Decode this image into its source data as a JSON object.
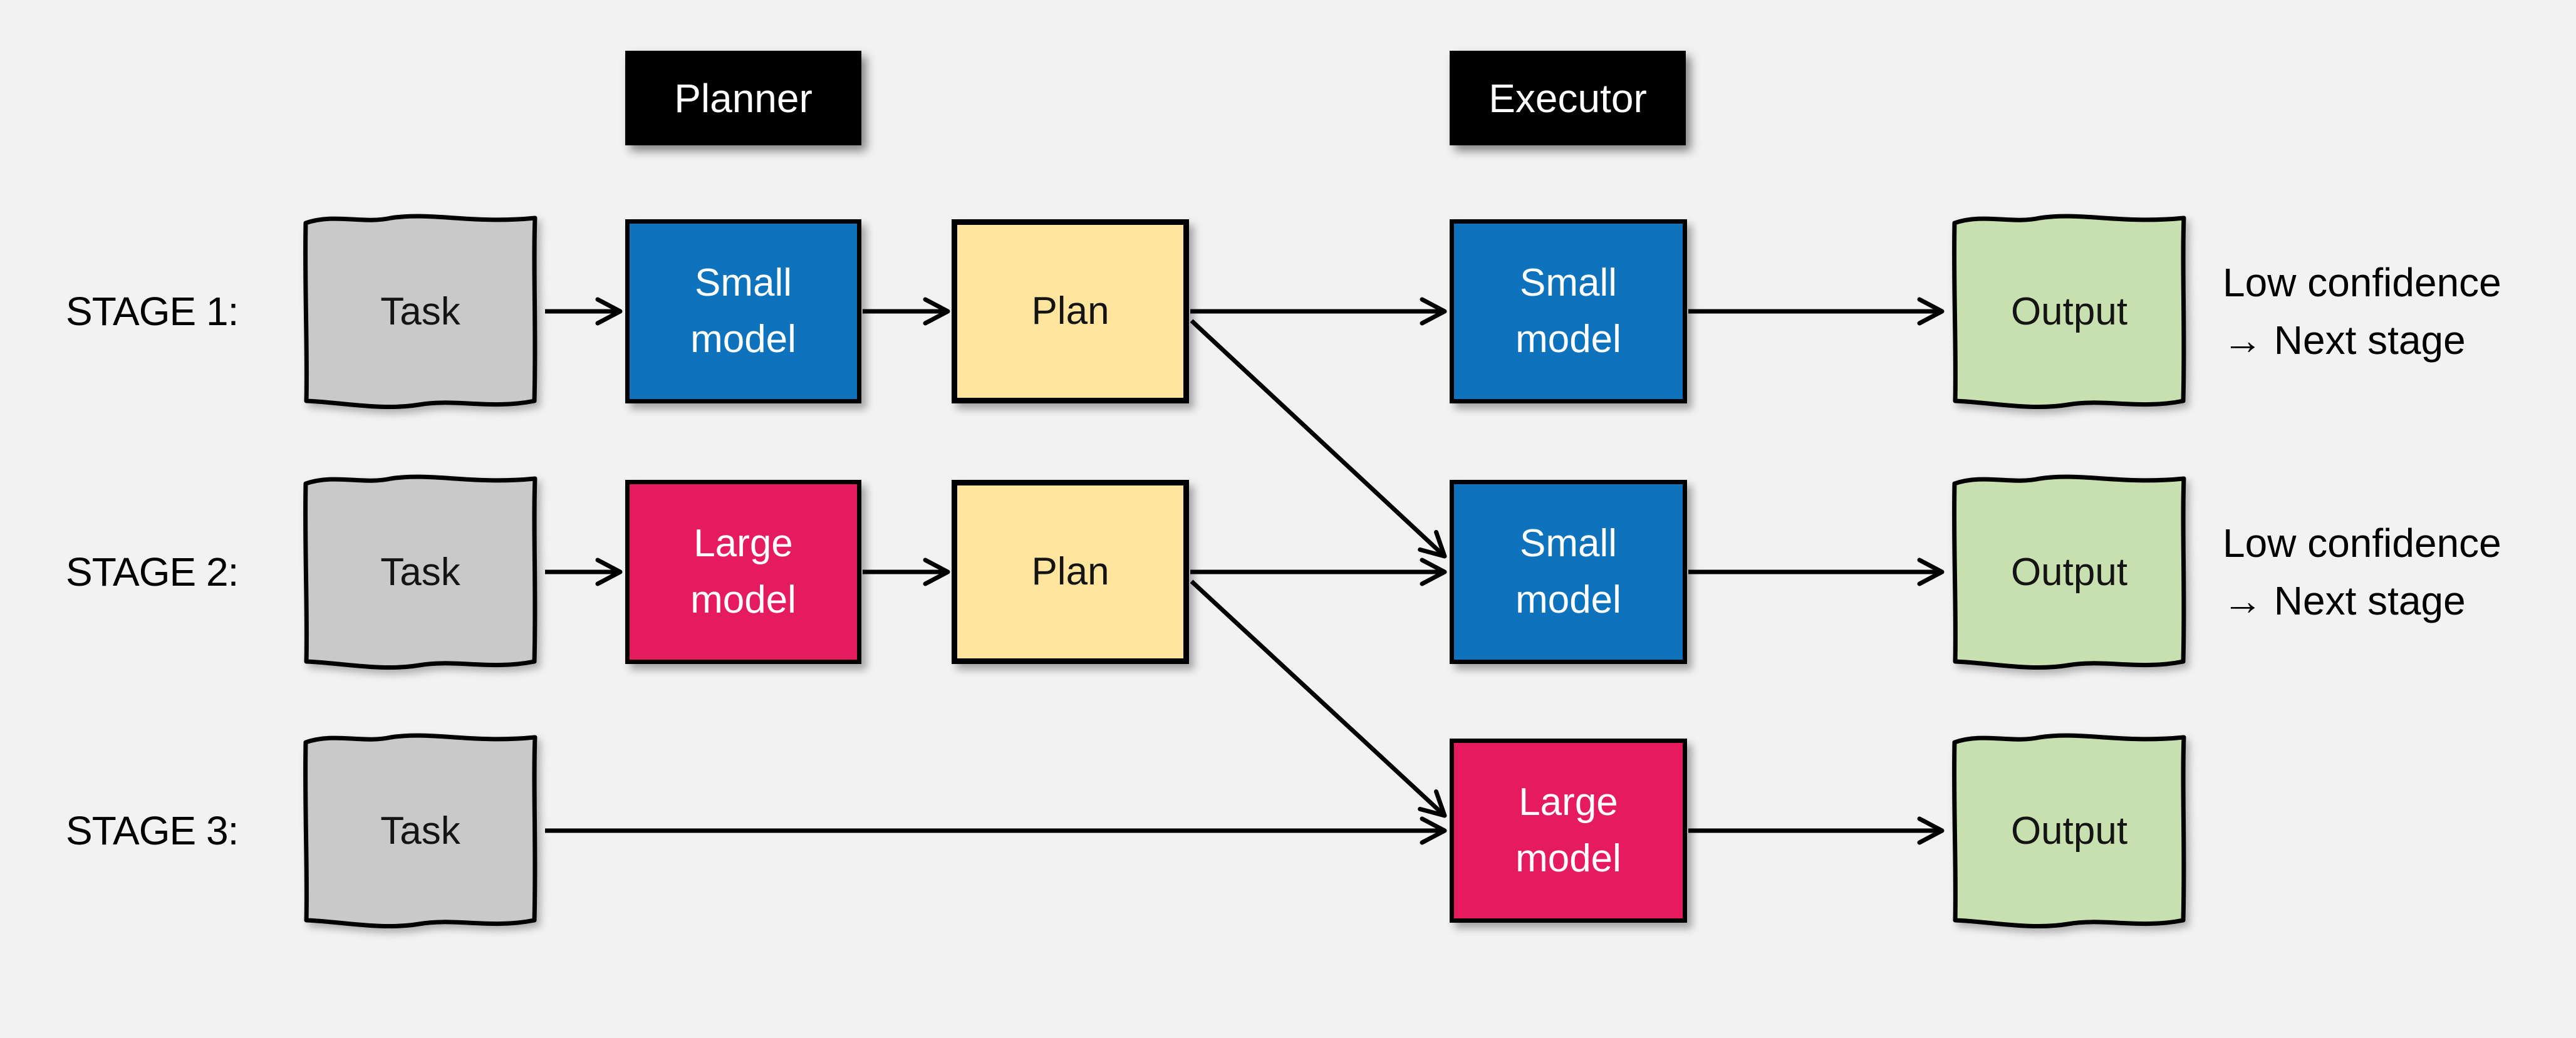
{
  "canvas": {
    "background_color": "#f2f2f2"
  },
  "palette": {
    "small_model_blue": "#0e72bc",
    "large_model_pink": "#e61a5e",
    "plan_yellow": "#ffe59d",
    "task_gray": "#c9c9c9",
    "output_green": "#c8e0b0",
    "lane_label_bg": "#000000",
    "lane_label_text": "#ffffff",
    "arrow_color": "#000000"
  },
  "lanes": {
    "planner": "Planner",
    "executor": "Executor"
  },
  "stages": [
    {
      "label": "STAGE 1:",
      "task": "Task",
      "planner_model": "Small\nmodel",
      "plan": "Plan",
      "executor_model": "Small\nmodel",
      "output": "Output",
      "note_line1": "Low confidence",
      "note_line2": "→ Next stage"
    },
    {
      "label": "STAGE 2:",
      "task": "Task",
      "planner_model": "Large\nmodel",
      "plan": "Plan",
      "executor_model": "Small\nmodel",
      "output": "Output",
      "note_line1": "Low confidence",
      "note_line2": "→ Next stage"
    },
    {
      "label": "STAGE 3:",
      "task": "Task",
      "executor_model": "Large\nmodel",
      "output": "Output"
    }
  ]
}
